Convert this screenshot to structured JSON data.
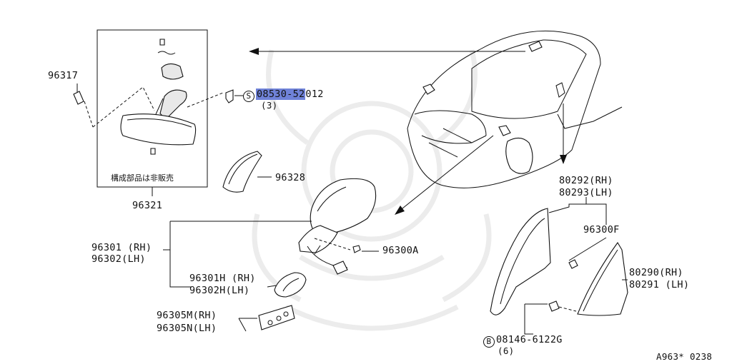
{
  "inset": {
    "note": "構成部品は非販売",
    "part_number": "96321"
  },
  "labels": {
    "p96317": "96317",
    "p96328": "96328",
    "screw_symbol": "S",
    "screw_part": "08530-52012",
    "screw_part_highlighted": "08530-52",
    "screw_part_rest": "012",
    "screw_qty": "(3)",
    "p96301": "96301 (RH)",
    "p96302": "96302(LH)",
    "p96300A": "96300A",
    "p96301H": "96301H (RH)",
    "p96302H": "96302H(LH)",
    "p96305M": "96305M(RH)",
    "p96305N": "96305N(LH)",
    "p80292": "80292(RH)",
    "p80293": "80293(LH)",
    "p96300F": "96300F",
    "p80290": "80290(RH)",
    "p80291": "80291 (LH)",
    "bolt_symbol": "B",
    "bolt_part": "08146-6122G",
    "bolt_qty": "(6)",
    "figure_code": "A963* 0238"
  },
  "colors": {
    "highlight": "#6f82d8",
    "line": "#111111",
    "watermark": "#ececec"
  }
}
